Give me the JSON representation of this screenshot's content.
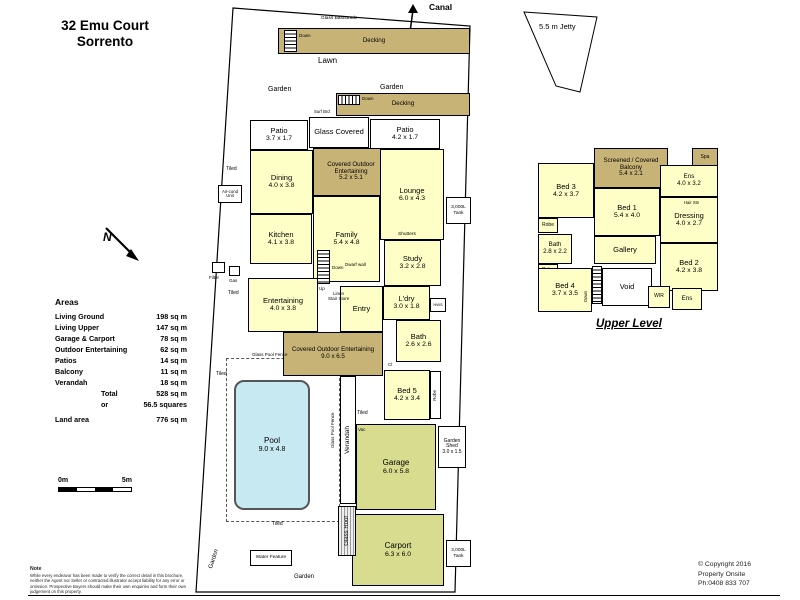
{
  "page": {
    "title_line1": "32 Emu Court",
    "title_line2": "Sorrento",
    "north": "N"
  },
  "site": {
    "canal": "Canal",
    "jetty": "5.5 m Jetty",
    "decking": "Decking",
    "glass_balustrade": "Glass Balustrade",
    "lawn": "Lawn",
    "garden": "Garden",
    "down": "Down",
    "up": "Up",
    "tiled": "Tiled",
    "verandah": "Verandah",
    "glass_roof": "Glass Roof",
    "glass_pool_fence": "Glass Pool Fence",
    "water_feature": "Water Feature",
    "surf_brd": "Surf Brd",
    "shutters": "Shutters",
    "dwarf_wall": "Dwarf wall",
    "linen": "Linen",
    "stair_store": "Stair Store",
    "robe": "Robe",
    "cl": "Cl",
    "hws": "HWS",
    "vac": "Vac",
    "filter": "Filter",
    "gas": "Gas",
    "aircond": "Air-cond Unit",
    "tank": "3,000L Tank"
  },
  "ground": {
    "patio_left": {
      "name": "Patio",
      "dims": "3.7 x 1.7"
    },
    "glass_covered": {
      "name": "Glass Covered"
    },
    "patio_right": {
      "name": "Patio",
      "dims": "4.2 x 1.7"
    },
    "covered1": {
      "name": "Covered Outdoor Entertaining",
      "dims": "5.2 x 5.1"
    },
    "dining": {
      "name": "Dining",
      "dims": "4.0 x 3.8"
    },
    "kitchen": {
      "name": "Kitchen",
      "dims": "4.1 x 3.8"
    },
    "family": {
      "name": "Family",
      "dims": "5.4 x 4.8"
    },
    "lounge": {
      "name": "Lounge",
      "dims": "6.0 x 4.3"
    },
    "study": {
      "name": "Study",
      "dims": "3.2 x 2.8"
    },
    "entertaining": {
      "name": "Entertaining",
      "dims": "4.0 x 3.8"
    },
    "entry": {
      "name": "Entry"
    },
    "ldry": {
      "name": "L'dry",
      "dims": "3.0 x 1.8"
    },
    "bath": {
      "name": "Bath",
      "dims": "2.6 x 2.6"
    },
    "covered2": {
      "name": "Covered Outdoor Entertaining",
      "dims": "9.0 x 6.5"
    },
    "bed5": {
      "name": "Bed 5",
      "dims": "4.2 x 3.4"
    },
    "garage": {
      "name": "Garage",
      "dims": "6.0 x 5.8"
    },
    "shed": {
      "name": "Garden Shed",
      "dims": "3.0 x 1.5"
    },
    "carport": {
      "name": "Carport",
      "dims": "6.3 x 6.0"
    },
    "pool": {
      "name": "Pool",
      "dims": "9.0 x 4.8"
    }
  },
  "upper": {
    "caption": "Upper Level",
    "balcony": {
      "name": "Screened / Covered Balcony",
      "dims": "5.4 x 2.1"
    },
    "spa": {
      "name": "Spa"
    },
    "bed3": {
      "name": "Bed 3",
      "dims": "4.2 x 3.7"
    },
    "ens1": {
      "name": "Ens",
      "dims": "4.0 x 3.2"
    },
    "bed1": {
      "name": "Bed 1",
      "dims": "5.4 x 4.0"
    },
    "dressing": {
      "name": "Dressing",
      "dims": "4.0 x 2.7"
    },
    "hair_stn": "Hair Stn",
    "bath": {
      "name": "Bath",
      "dims": "2.8 x 2.2"
    },
    "gallery": {
      "name": "Gallery"
    },
    "bed2": {
      "name": "Bed 2",
      "dims": "4.2 x 3.8"
    },
    "bed4": {
      "name": "Bed 4",
      "dims": "3.7 x 3.5"
    },
    "void": {
      "name": "Void"
    },
    "wir": {
      "name": "WIR"
    },
    "ens2": {
      "name": "Ens"
    }
  },
  "areas": {
    "heading": "Areas",
    "rows": [
      {
        "label": "Living Ground",
        "value": "198 sq m"
      },
      {
        "label": "Living Upper",
        "value": "147 sq m"
      },
      {
        "label": "Garage & Carport",
        "value": "78 sq m"
      },
      {
        "label": "Outdoor Entertaining",
        "value": "62 sq m"
      },
      {
        "label": "Patios",
        "value": "14 sq m"
      },
      {
        "label": "Balcony",
        "value": "11 sq m"
      },
      {
        "label": "Verandah",
        "value": "18 sq m"
      }
    ],
    "total_label": "Total",
    "total_value": "528 sq m",
    "or_label": "or",
    "or_value": "56.5 squares",
    "land_label": "Land area",
    "land_value": "776 sq m"
  },
  "scale": {
    "zero": "0m",
    "five": "5m"
  },
  "footer": {
    "note_heading": "Note",
    "disclaimer": "While every endeavor has been made to verify the correct detail in this brochure, neither the Agent nor Seller or contracted illustrator accept liability for any error or omission. Prospective Buyers should make their own enquiries and form their own judgement on this property.",
    "copyright_line1": "© Copyright 2016",
    "copyright_line2": "Property Onsite",
    "copyright_line3": "Ph:0408 833 707"
  },
  "colors": {
    "room_fill": "#feffc6",
    "deck_fill": "#c8b377",
    "garage_fill": "#d7dc8e",
    "pool_fill": "#c7e9f1",
    "wall": "#000000"
  }
}
